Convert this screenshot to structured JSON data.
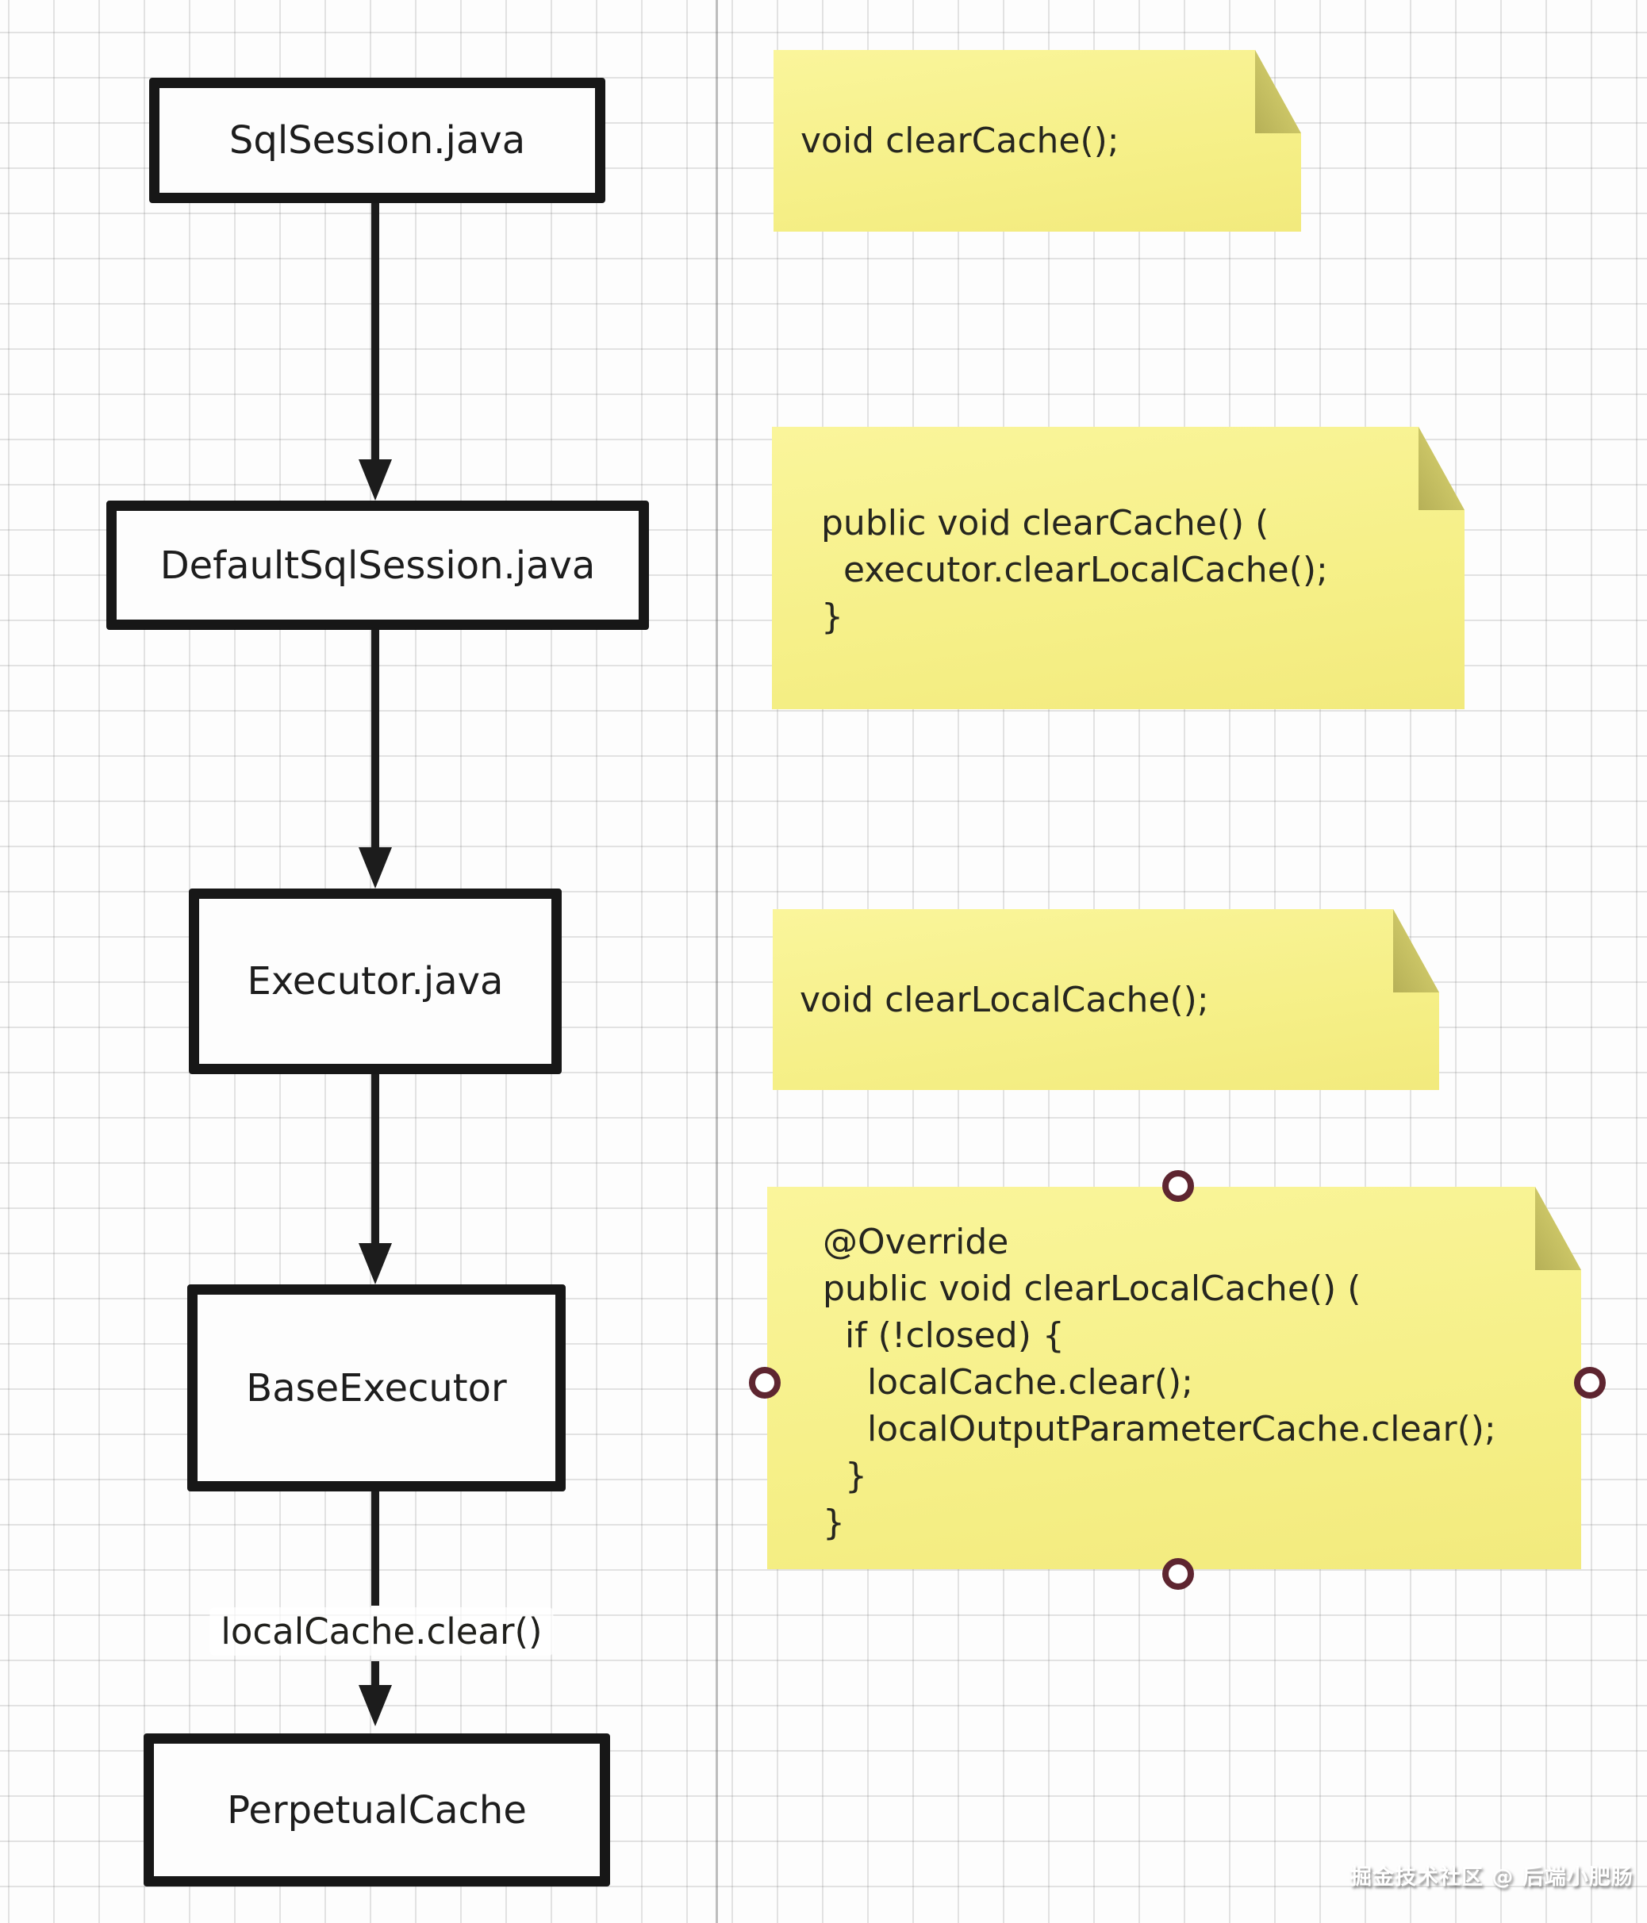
{
  "flowchart": {
    "nodes": [
      {
        "id": "sqlsession",
        "label": "SqlSession.java"
      },
      {
        "id": "defaultsqlsession",
        "label": "DefaultSqlSession.java"
      },
      {
        "id": "executor",
        "label": "Executor.java"
      },
      {
        "id": "baseexecutor",
        "label": "BaseExecutor"
      },
      {
        "id": "perpetualcache",
        "label": "PerpetualCache"
      }
    ],
    "edges": [
      {
        "from": "sqlsession",
        "to": "defaultsqlsession",
        "label": ""
      },
      {
        "from": "defaultsqlsession",
        "to": "executor",
        "label": ""
      },
      {
        "from": "executor",
        "to": "baseexecutor",
        "label": ""
      },
      {
        "from": "baseexecutor",
        "to": "perpetualcache",
        "label": "localCache.clear()"
      }
    ]
  },
  "sticky_notes": [
    {
      "selected": false,
      "lines": [
        "void clearCache();"
      ]
    },
    {
      "selected": false,
      "lines": [
        "public void clearCache() (",
        "  executor.clearLocalCache();",
        "}"
      ]
    },
    {
      "selected": false,
      "lines": [
        "void clearLocalCache();"
      ]
    },
    {
      "selected": true,
      "lines": [
        "@Override",
        "public void clearLocalCache() (",
        "  if (!closed) {",
        "    localCache.clear();",
        "    localOutputParameterCache.clear();",
        "  }",
        "}"
      ]
    }
  ],
  "watermark": {
    "text": "掘金技术社区 @ 后端小肥肠"
  },
  "colors": {
    "note_background": "#f5ef86",
    "note_fold": "#cbc566",
    "node_border": "#171717",
    "node_fill": "#fdfdfd",
    "arrow": "#1c1c1c",
    "grid_line": "#d9d9d9",
    "selection_handle_ring": "#5e2530",
    "text": "#26261f",
    "watermark_text": "#ffffff"
  }
}
